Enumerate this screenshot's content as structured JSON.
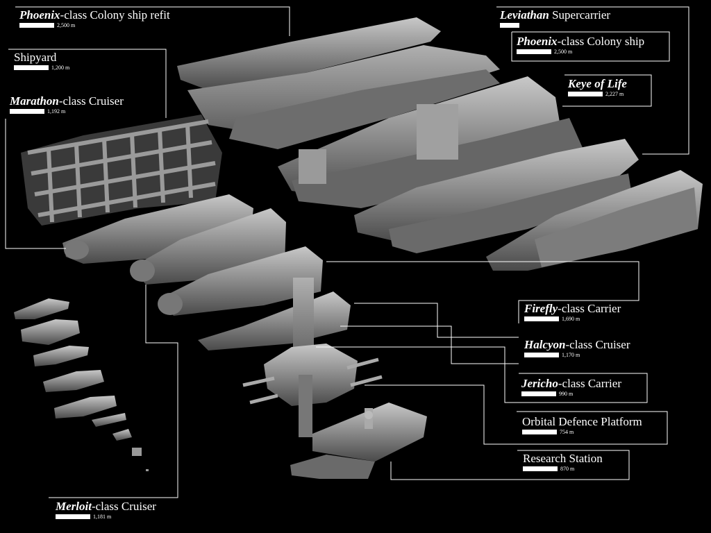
{
  "labels": [
    {
      "class": "Phoenix",
      "suffix": "-class Colony ship refit",
      "length": "2,500 m"
    },
    {
      "class": "",
      "suffix": "Shipyard",
      "length": "1,200 m"
    },
    {
      "class": "Marathon",
      "suffix": "-class Cruiser",
      "length": "1,192 m"
    },
    {
      "class": "Leviathan",
      "suffix": " Supercarrier",
      "length": ""
    },
    {
      "class": "Phoenix",
      "suffix": "-class Colony ship",
      "length": "2,500 m"
    },
    {
      "class": "Keye of Life",
      "suffix": "",
      "length": "2,227 m"
    },
    {
      "class": "Firefly",
      "suffix": "-class Carrier",
      "length": "1,690 m"
    },
    {
      "class": "Halcyon",
      "suffix": "-class Cruiser",
      "length": "1,170 m"
    },
    {
      "class": "Jericho",
      "suffix": "-class Carrier",
      "length": "990 m"
    },
    {
      "class": "",
      "suffix": "Orbital Defence Platform",
      "length": "754 m"
    },
    {
      "class": "",
      "suffix": "Research Station",
      "length": "870 m"
    },
    {
      "class": "Merloit",
      "suffix": "-class Cruiser",
      "length": "1,181 m"
    }
  ],
  "colors": {
    "background": "#000000",
    "text": "#ffffff",
    "hull": "#8a8a8a"
  }
}
